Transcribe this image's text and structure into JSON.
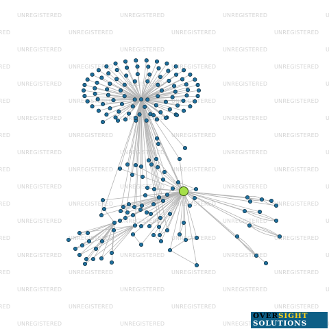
{
  "watermark": {
    "text": "UNREGISTERED",
    "color": "#d4d4d4"
  },
  "brand": {
    "word1": "OVER",
    "word2": "SIGHT",
    "word3": "SOLUTIONS",
    "colors": {
      "background": "#0e5f86",
      "word1": "#000000",
      "word2": "#ffd21a",
      "word3": "#ffffff"
    }
  },
  "graph": {
    "focus_node_color": "#a6e04a",
    "node_color": "#1f6f9c",
    "edge_color": "#b4b4b4"
  }
}
